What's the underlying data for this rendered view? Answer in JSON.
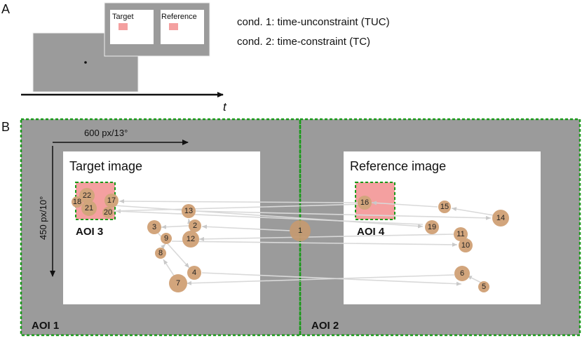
{
  "panel_a": {
    "letter": "A",
    "target_label": "Target",
    "reference_label": "Reference",
    "cond1": "cond. 1: time-unconstraint (TUC)",
    "cond2": "cond. 2: time-constraint (TC)",
    "time_symbol": "t"
  },
  "panel_b": {
    "letter": "B",
    "horizontal_dim": "600 px/13°",
    "vertical_dim": "450 px/10°",
    "target_image_label": "Target image",
    "reference_image_label": "Reference image",
    "aoi1": "AOI 1",
    "aoi2": "AOI 2",
    "aoi3": "AOI 3",
    "aoi4": "AOI 4"
  },
  "fixations": [
    {
      "n": "1"
    },
    {
      "n": "2"
    },
    {
      "n": "3"
    },
    {
      "n": "4"
    },
    {
      "n": "5"
    },
    {
      "n": "6"
    },
    {
      "n": "7"
    },
    {
      "n": "8"
    },
    {
      "n": "9"
    },
    {
      "n": "10"
    },
    {
      "n": "11"
    },
    {
      "n": "12"
    },
    {
      "n": "13"
    },
    {
      "n": "14"
    },
    {
      "n": "15"
    },
    {
      "n": "16"
    },
    {
      "n": "17"
    },
    {
      "n": "18"
    },
    {
      "n": "19"
    },
    {
      "n": "20"
    },
    {
      "n": "21"
    },
    {
      "n": "22"
    }
  ],
  "colors": {
    "screen_gray": "#9b9b9b",
    "aoi_border": "#1a9a1a",
    "patch_pink": "#f4a0a0",
    "fixation_fill": "#d2a57c",
    "saccade": "#d9d9d9"
  }
}
